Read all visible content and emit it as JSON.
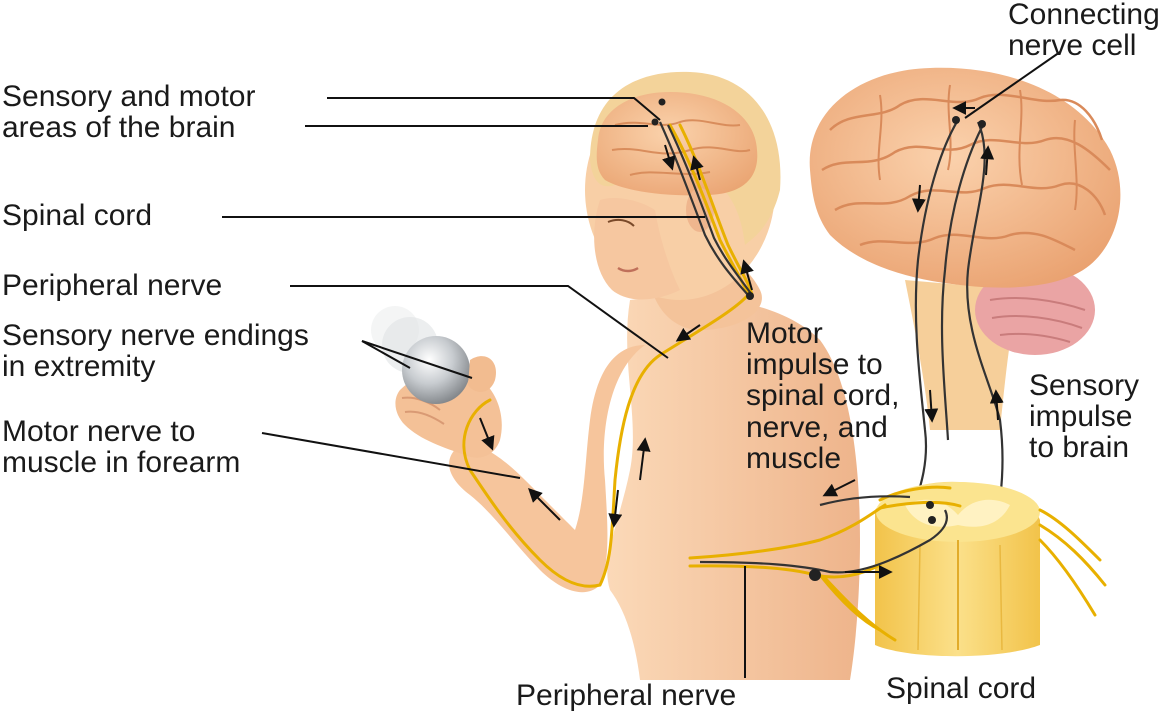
{
  "colors": {
    "skin": "#f6caa2",
    "skin_shadow": "#e9ae84",
    "brain": "#f4b98a",
    "brain_shadow": "#e59a68",
    "cerebellum": "#e8a0a0",
    "nerve": "#e8b000",
    "cord": "#f8d870",
    "cord_dark": "#f0c040",
    "ball": "#c8ccd0"
  },
  "labels": {
    "sensory_motor_areas": [
      "Sensory and motor",
      "areas of the brain"
    ],
    "spinal_cord_left": "Spinal cord",
    "peripheral_nerve_left": "Peripheral nerve",
    "sensory_nerve_endings": [
      "Sensory nerve endings",
      "in extremity"
    ],
    "motor_nerve_forearm": [
      "Motor nerve to",
      "muscle in forearm"
    ],
    "connecting_nerve_cell": [
      "Connecting",
      "nerve cell"
    ],
    "motor_impulse": [
      "Motor",
      "impulse to",
      "spinal cord,",
      "nerve, and",
      "muscle"
    ],
    "sensory_impulse": [
      "Sensory",
      "impulse",
      "to brain"
    ],
    "peripheral_nerve_bottom": "Peripheral nerve",
    "spinal_cord_bottom": "Spinal cord"
  },
  "icons": [
    "arrow-icon"
  ]
}
